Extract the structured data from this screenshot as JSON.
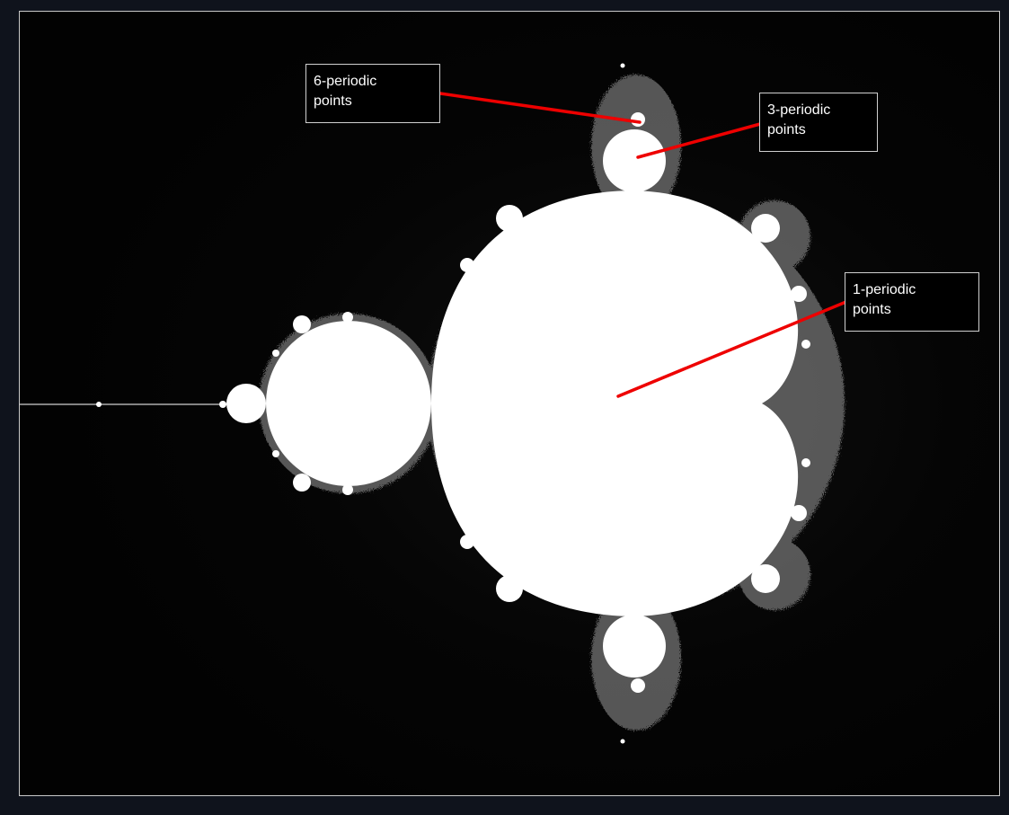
{
  "figure": {
    "background_color": "#020202",
    "set_color": "#ffffff",
    "annotation_line_color": "#ee0000",
    "frame_border_color": "#c9c9c9",
    "page_background_color": "#0f131c"
  },
  "annotations": [
    {
      "id": "six",
      "text": "6-periodic\npoints"
    },
    {
      "id": "three",
      "text": "3-periodic\npoints"
    },
    {
      "id": "one",
      "text": "1-periodic\npoints"
    }
  ]
}
